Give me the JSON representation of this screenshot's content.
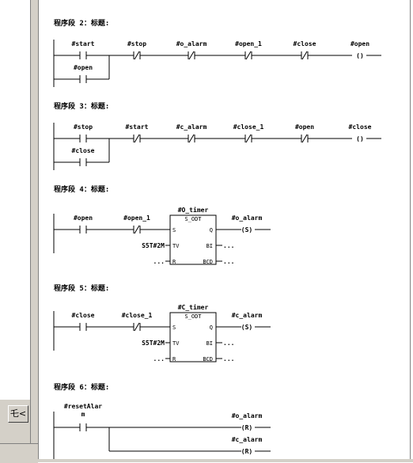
{
  "left_panel": {
    "button_label": "乇<"
  },
  "networks": [
    {
      "header": "程序段 2：标题:",
      "rung": "seal",
      "contacts": [
        "#start",
        "#stop",
        "#o_alarm",
        "#open_1",
        "#close"
      ],
      "contact_types": [
        "NO",
        "NC",
        "NC",
        "NC",
        "NC"
      ],
      "coil": "#open",
      "coil_type": "()",
      "parallel": "#open"
    },
    {
      "header": "程序段 3：标题:",
      "rung": "seal",
      "contacts": [
        "#stop",
        "#start",
        "#c_alarm",
        "#close_1",
        "#open"
      ],
      "contact_types": [
        "NO",
        "NC",
        "NC",
        "NC",
        "NC"
      ],
      "coil": "#close",
      "coil_type": "()",
      "parallel": "#close"
    },
    {
      "header": "程序段 4：标题:",
      "rung": "timer",
      "contacts": [
        "#open",
        "#open_1"
      ],
      "contact_types": [
        "NO",
        "NC"
      ],
      "timer_name": "#O_timer",
      "timer_type": "S_ODT",
      "pins": {
        "S": "S",
        "TV": "TV",
        "R": "R",
        "Q": "Q",
        "BI": "BI",
        "BCD": "BCD"
      },
      "tv_value": "S5T#2M",
      "r_value": "...",
      "bi_value": "...",
      "bcd_value": "...",
      "coil": "#o_alarm",
      "coil_type": "(S)"
    },
    {
      "header": "程序段 5：标题:",
      "rung": "timer",
      "contacts": [
        "#close",
        "#close_1"
      ],
      "contact_types": [
        "NO",
        "NC"
      ],
      "timer_name": "#C_timer",
      "timer_type": "S_ODT",
      "pins": {
        "S": "S",
        "TV": "TV",
        "R": "R",
        "Q": "Q",
        "BI": "BI",
        "BCD": "BCD"
      },
      "tv_value": "S5T#2M",
      "r_value": "...",
      "bi_value": "...",
      "bcd_value": "...",
      "coil": "#c_alarm",
      "coil_type": "(S)"
    },
    {
      "header": "程序段 6：标题:",
      "rung": "reset",
      "contacts": [
        "#resetAlarm"
      ],
      "contact_label_lines": [
        "#resetAlar",
        "m"
      ],
      "contact_types": [
        "NO"
      ],
      "coils": [
        "#o_alarm",
        "#c_alarm"
      ],
      "coil_type": "(R)"
    }
  ]
}
